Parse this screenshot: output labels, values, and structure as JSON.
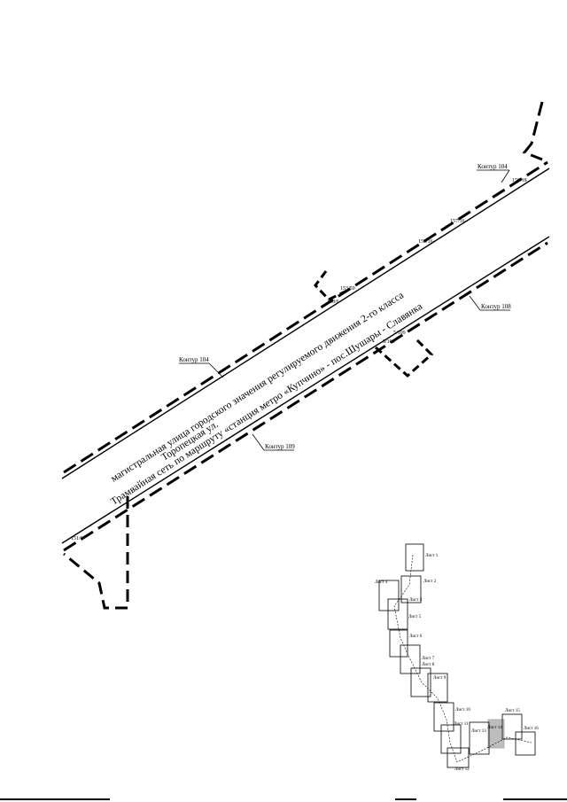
{
  "map": {
    "street_text": {
      "line1": "магистральная улица городского значения регулируемого движения 2-го класса",
      "line2": "Торопецкая ул.",
      "line3": "Трамвайная сеть по маршруту «станция метро «Купчино» - пос.Шушары - Славянка"
    },
    "contours": {
      "c104_top": "Контур 104",
      "c104_left": "Контур 104",
      "c108": "Контур 108",
      "c109": "Контур 109"
    },
    "points": {
      "p1": "150/18",
      "p2": "157/16",
      "p3": "150/16",
      "p4": "153/59",
      "p5": "150/6",
      "p6": "5/109",
      "p7": "8/109",
      "p8": "151/6"
    },
    "overview": {
      "sheets": [
        "Лист 1",
        "Лист 2",
        "Лист 3",
        "Лист 4",
        "Лист 5",
        "Лист 6",
        "Лист 7",
        "Лист 8",
        "Лист 9",
        "Лист 10",
        "Лист 11",
        "Лист 12",
        "Лист 13",
        "Лист 14",
        "Лист 15",
        "Лист 16"
      ]
    }
  }
}
